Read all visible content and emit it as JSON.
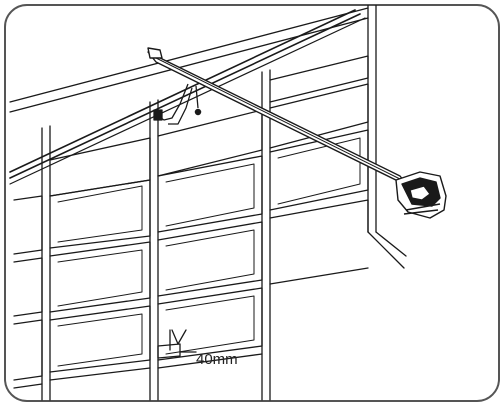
{
  "annotation": {
    "dimension_label": "40mm"
  },
  "colors": {
    "line": "#1a1a1a",
    "frame_border": "#555555",
    "background": "#ffffff"
  },
  "icons": {
    "opener_motor": "garage-door-opener-motor-icon",
    "rail": "opener-rail",
    "bracket": "header-bracket"
  }
}
